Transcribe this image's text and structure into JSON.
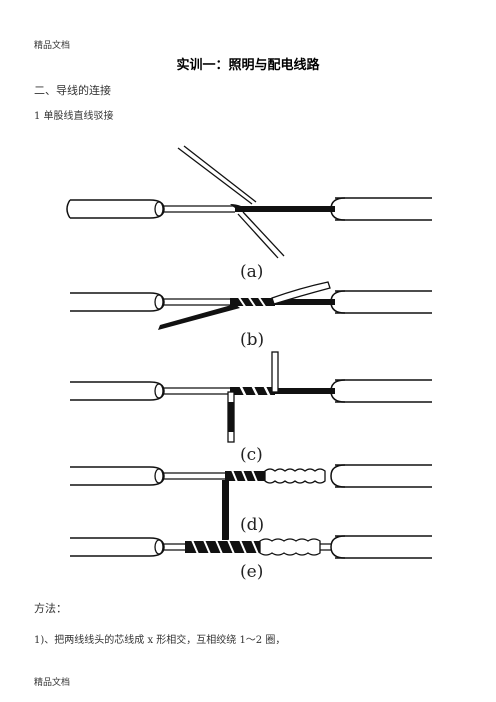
{
  "header_text": "精品文档",
  "footer_text": "精品文档",
  "title": "实训一：照明与配电线路",
  "section": "二、导线的连接",
  "subsection": "1 单股线直线驳接",
  "figure": {
    "captions": [
      "(a)",
      "(b)",
      "(c)",
      "(d)",
      "(e)"
    ]
  },
  "method_label": "方法：",
  "step1": "1)、把两线线头的芯线成 x 形相交，互相绞绕 1～2 圈，"
}
